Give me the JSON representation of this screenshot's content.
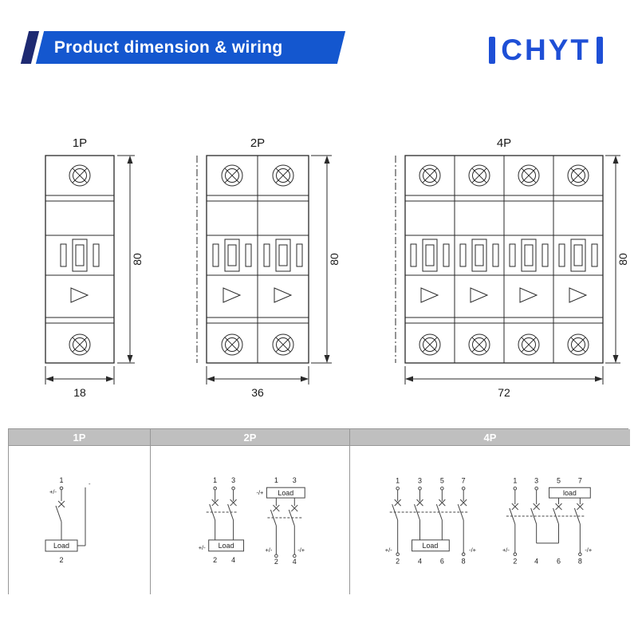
{
  "header": {
    "title": "Product dimension & wiring"
  },
  "logo": {
    "text": "CHYT"
  },
  "dim": {
    "height": "80",
    "b1": {
      "label": "1P",
      "width": "18"
    },
    "b2": {
      "label": "2P",
      "width": "36"
    },
    "b4": {
      "label": "4P",
      "width": "72"
    }
  },
  "wiring": {
    "headers": [
      "1P",
      "2P",
      "4P"
    ],
    "load": "Load",
    "load_lc": "load",
    "pm": "+/-",
    "mp": "-/+",
    "minus": "-",
    "n1": "1",
    "n2": "2",
    "n3": "3",
    "n4": "4",
    "n5": "5",
    "n6": "6",
    "n7": "7",
    "n8": "8"
  }
}
